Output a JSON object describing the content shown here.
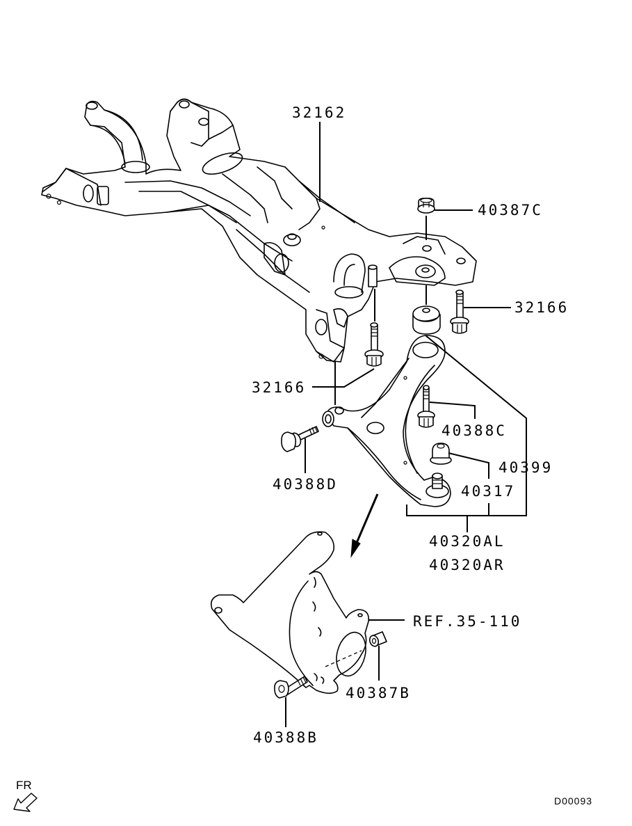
{
  "diagram": {
    "type": "exploded parts diagram",
    "subject": "Front crossmember and lower control arm assembly",
    "diagram_code": "D00093",
    "orientation_label": "FR",
    "orientation_icon": "front-direction-arrow-icon"
  },
  "parts": [
    {
      "id": "crossmember",
      "label": "32162",
      "description": "front suspension crossmember"
    },
    {
      "id": "nut-top",
      "label": "40387C",
      "description": "nut"
    },
    {
      "id": "bolt-right",
      "label": "32166",
      "description": "crossmember bolt (right)"
    },
    {
      "id": "bolt-left",
      "label": "32166",
      "description": "crossmember bolt (left)"
    },
    {
      "id": "bolt-arm-mid",
      "label": "40388C",
      "description": "bolt"
    },
    {
      "id": "bushing-rear",
      "label": "40399",
      "description": "lower arm rear bushing"
    },
    {
      "id": "boot",
      "label": "40317",
      "description": "ball joint dust cover"
    },
    {
      "id": "bolt-front",
      "label": "40388D",
      "description": "lower arm front bolt"
    },
    {
      "id": "lower-arm-l",
      "label": "40320AL",
      "description": "lower control arm LH"
    },
    {
      "id": "lower-arm-r",
      "label": "40320AR",
      "description": "lower control arm RH"
    },
    {
      "id": "knuckle",
      "label": "REF.35-110",
      "description": "steering knuckle (reference)"
    },
    {
      "id": "nut-knuckle",
      "label": "40387B",
      "description": "nut"
    },
    {
      "id": "bolt-knuckle",
      "label": "40388B",
      "description": "bolt"
    }
  ]
}
